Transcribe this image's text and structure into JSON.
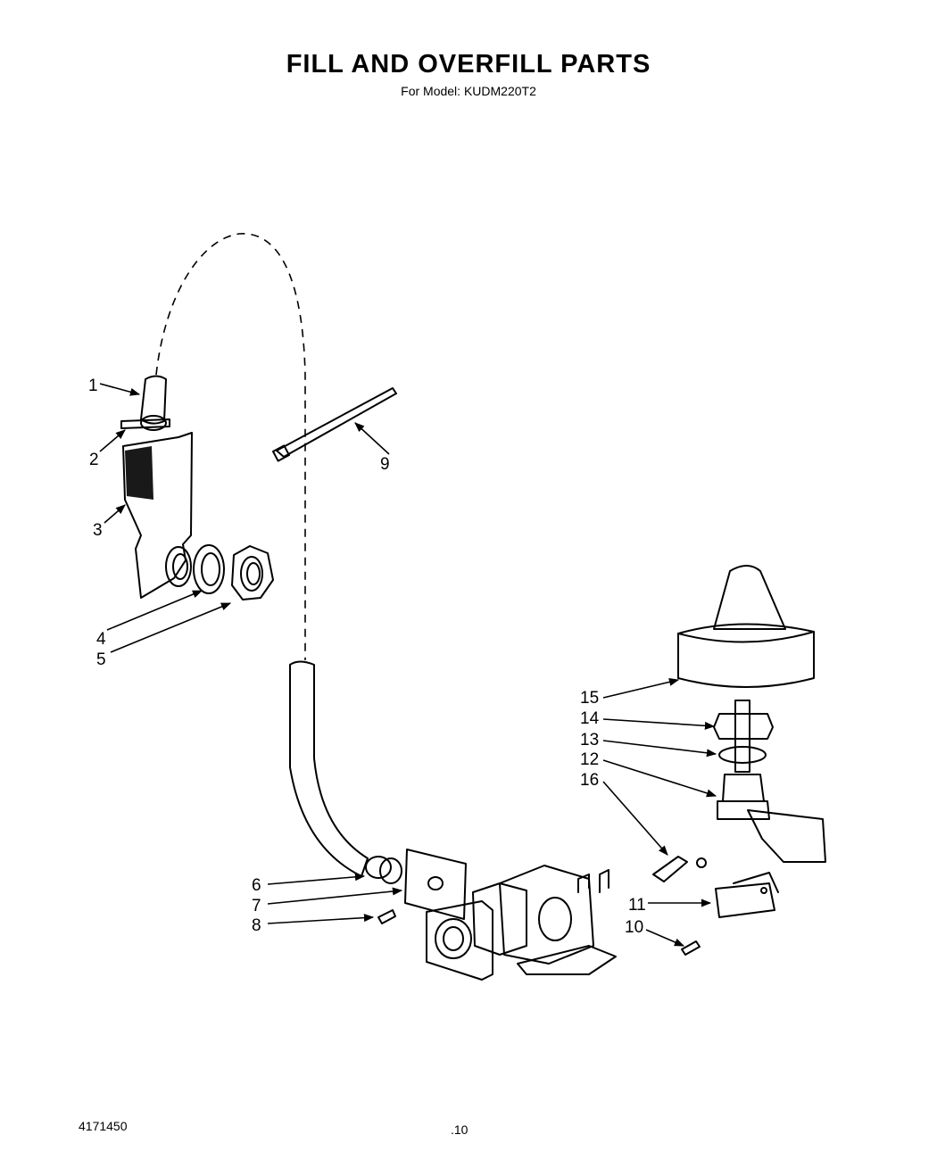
{
  "header": {
    "title": "FILL AND OVERFILL PARTS",
    "subtitle": "For Model: KUDM220T2"
  },
  "footer": {
    "doc_number": "4171450",
    "page_number": ".10"
  },
  "callouts": [
    "1",
    "2",
    "3",
    "4",
    "5",
    "6",
    "7",
    "8",
    "9",
    "10",
    "11",
    "12",
    "13",
    "14",
    "15",
    "16"
  ]
}
